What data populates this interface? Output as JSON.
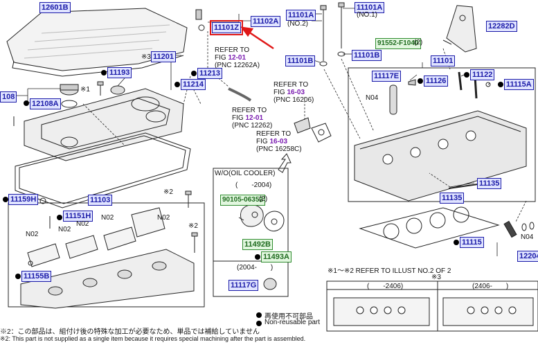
{
  "parts": [
    {
      "id": "p12601B",
      "label": "12601B"
    },
    {
      "id": "p11102A",
      "label": "11102A"
    },
    {
      "id": "p11101Z",
      "label": "11101Z",
      "highlight": true
    },
    {
      "id": "p11101A2",
      "label": "11101A",
      "suffix": "(NO.2)"
    },
    {
      "id": "p11101A1",
      "label": "11101A",
      "suffix": "(NO.1)"
    },
    {
      "id": "p12282D",
      "label": "12282D"
    },
    {
      "id": "p91552",
      "label": "91552-F1040",
      "qty": "(2)",
      "green": true
    },
    {
      "id": "p11101B_a",
      "label": "11101B"
    },
    {
      "id": "p11101B_b",
      "label": "11101B"
    },
    {
      "id": "p11101",
      "label": "11101"
    },
    {
      "id": "p11201",
      "label": "11201",
      "prefix": "※3"
    },
    {
      "id": "p11193",
      "label": "11193",
      "dot": true
    },
    {
      "id": "p11213",
      "label": "11213",
      "dot": true
    },
    {
      "id": "p11214",
      "label": "11214",
      "dot": true
    },
    {
      "id": "p108",
      "label": "108"
    },
    {
      "id": "p12108A",
      "label": "12108A",
      "dot": true
    },
    {
      "id": "p11117E",
      "label": "11117E"
    },
    {
      "id": "p11126",
      "label": "11126",
      "dot": true
    },
    {
      "id": "p11122",
      "label": "11122",
      "dot": true
    },
    {
      "id": "p11115A",
      "label": "11115A",
      "dot": true
    },
    {
      "id": "p11159H",
      "label": "11159H",
      "dot": true
    },
    {
      "id": "p11103",
      "label": "11103"
    },
    {
      "id": "p11151H",
      "label": "11151H",
      "dot": true
    },
    {
      "id": "p11155B",
      "label": "11155B",
      "dot": true
    },
    {
      "id": "p90105",
      "label": "90105-06352",
      "qty": "(2)",
      "green": true
    },
    {
      "id": "p11492B",
      "label": "11492B",
      "green": true
    },
    {
      "id": "p11493A",
      "label": "11493A",
      "green": true,
      "dot": true
    },
    {
      "id": "p11117G",
      "label": "11117G"
    },
    {
      "id": "p11135a",
      "label": "11135"
    },
    {
      "id": "p11135b",
      "label": "11135"
    },
    {
      "id": "p11115",
      "label": "11115",
      "dot": true
    },
    {
      "id": "p12204",
      "label": "12204"
    }
  ],
  "refs": [
    {
      "id": "r1",
      "line1": "REFER TO",
      "line2": "FIG ",
      "fig": "12-01",
      "line3": "(PNC 12262A)"
    },
    {
      "id": "r2",
      "line1": "REFER TO",
      "line2": "FIG ",
      "fig": "16-03",
      "line3": "(PNC 16206)"
    },
    {
      "id": "r3",
      "line1": "REFER TO",
      "line2": "FIG ",
      "fig": "12-01",
      "line3": "(PNC 12262)"
    },
    {
      "id": "r4",
      "line1": "REFER TO",
      "line2": "FIG ",
      "fig": "16-03",
      "line3": "(PNC 16258C)"
    }
  ],
  "labels": {
    "n02": "N02",
    "n04": "N04",
    "x1": "※1",
    "x2": "※2",
    "x3": "※3",
    "oil_cooler": "W/O(OIL COOLER)",
    "range1": "(　　-2004)",
    "range2": "(2004-　　)",
    "range3": "(　　-2406)",
    "range4": "(2406-　　)",
    "illust_note": "※1～※2 REFER TO ILLUST NO.2 OF 2",
    "legend_jp": "再使用不可部品",
    "legend_en": "Non-reusable part",
    "footnote_jp": "※2：この部品は、組付け後の特殊な加工が必要なため、単品では補給していません",
    "footnote_en": "※2: This part is not supplied as a single item because it requires special machining after the part is assembled."
  },
  "colors": {
    "part_border": "#1a1aa8",
    "part_fill": "#dfe3ff",
    "green_border": "#2e8b2e",
    "green_fill": "#e2f7df",
    "highlight": "#e01818",
    "fig_ref": "#7a1bb0"
  }
}
